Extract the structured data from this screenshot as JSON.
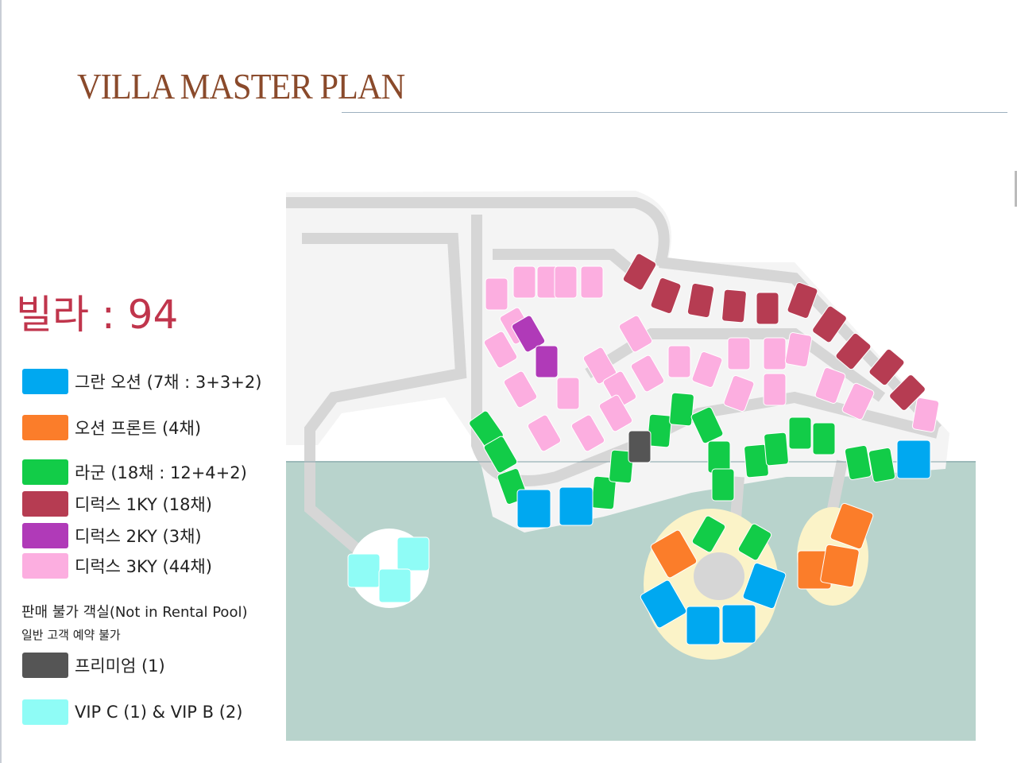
{
  "title": "VILLA MASTER PLAN",
  "villa_count": "빌라 : 94",
  "legend": [
    {
      "label": "그란 오션 (7채 : 3+3+2)",
      "color": "#00a8f0"
    },
    {
      "label": "오션 프론트 (4채)",
      "color": "#fb7d2a"
    },
    {
      "label": "라군 (18채 : 12+4+2)",
      "color": "#12cc48"
    },
    {
      "label": "디럭스 1KY (18채)",
      "color": "#b63c52"
    },
    {
      "label": "디럭스 2KY (3채)",
      "color": "#b03ab8"
    },
    {
      "label": "디럭스 3KY (44채)",
      "color": "#fcaee0"
    }
  ],
  "not_rental": {
    "title_ko": "판매 불가 객실",
    "title_en": "(Not in Rental Pool)",
    "subtitle": "일반 고객 예약 불가"
  },
  "legend_extra": [
    {
      "label": "프리미엄 (1)",
      "color": "#555555"
    },
    {
      "label": "VIP C (1) & VIP B (2)",
      "color": "#8ffcf6"
    }
  ],
  "map_colors": {
    "sea": "#b8d3cc",
    "road": "#d6d6d6",
    "land": "#ffffff",
    "sand": "#fbf3c8"
  }
}
